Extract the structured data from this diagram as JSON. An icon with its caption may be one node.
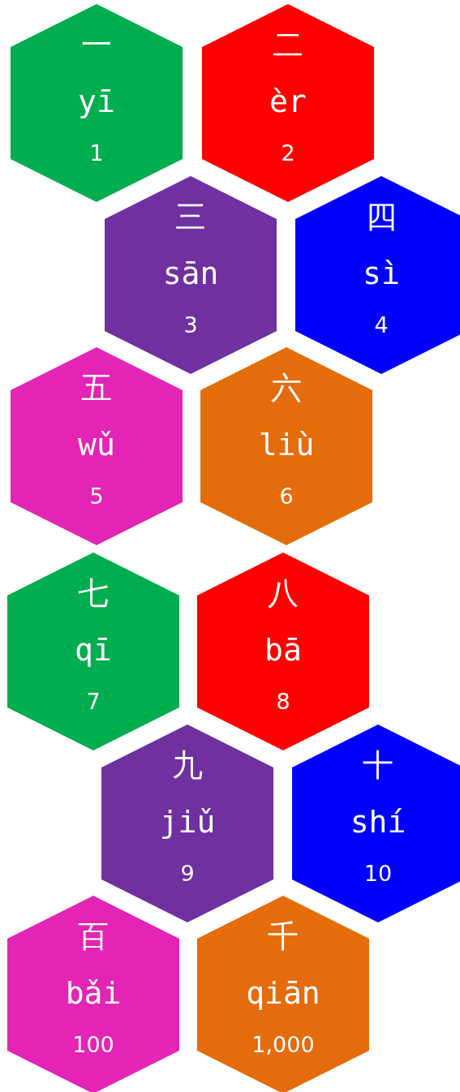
{
  "diagram": {
    "nodes": [
      {
        "text": [
          "一",
          "yī",
          "1"
        ]
      },
      {
        "text": [
          "二",
          "èr",
          "2"
        ]
      },
      {
        "text": [
          "三",
          "sān",
          "3"
        ]
      },
      {
        "text": [
          "四",
          "sì",
          "4"
        ]
      },
      {
        "text": [
          "五",
          "wǔ",
          "5"
        ]
      },
      {
        "text": [
          "六",
          "liù",
          "6"
        ]
      },
      {
        "text": [
          "七",
          "qī",
          "7"
        ]
      },
      {
        "text": [
          "八",
          "bā",
          "8"
        ]
      },
      {
        "text": [
          "九",
          "jiǔ",
          "9"
        ]
      },
      {
        "text": [
          "十",
          "shí",
          "10"
        ]
      },
      {
        "text": [
          "百",
          "bǎi",
          "100"
        ]
      },
      {
        "text": [
          "千",
          "qiān",
          "1,000"
        ]
      }
    ]
  }
}
